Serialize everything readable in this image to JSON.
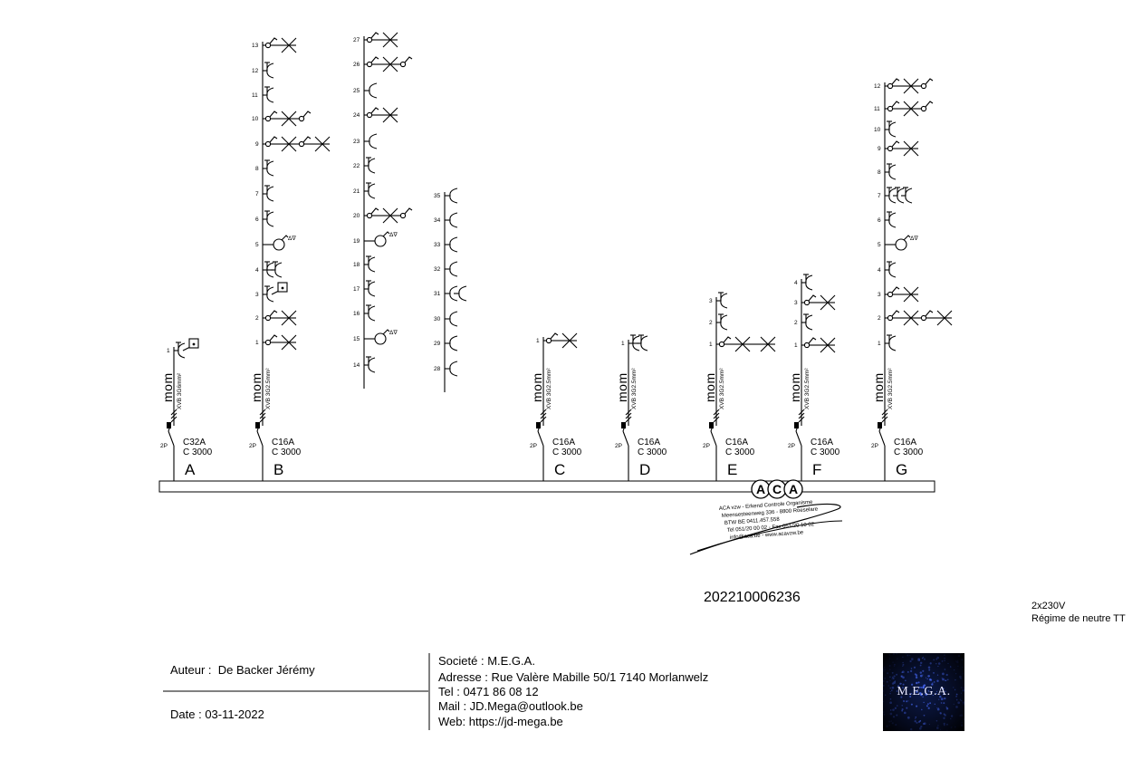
{
  "reference_number": "202210006236",
  "supply": {
    "voltage": "2x230V",
    "neutral_regime": "Régime de neutre TT"
  },
  "author": {
    "label": "Auteur :",
    "name": "De Backer Jérémy"
  },
  "date": {
    "label": "Date :",
    "value": "03-11-2022"
  },
  "company": {
    "name_line": "Societé : M.E.G.A.",
    "address_line": "Adresse : Rue Valère Mabille 50/1 7140 Morlanwelz",
    "tel_line": "Tel : 0471 86 08 12",
    "mail_line": "Mail : JD.Mega@outlook.be",
    "web_line": "Web: https://jd-mega.be"
  },
  "logo": {
    "text": "M.E.G.A.",
    "bg_color": "#040818",
    "accent_color": "#4a6cff"
  },
  "stamp": {
    "letters": [
      "A",
      "C",
      "A"
    ],
    "lines": [
      "ACA vzw - Erkend Controle Organisme",
      "Meensesteenweg 336 - 8800 Roeselare",
      "BTW BE 0411.457.558",
      "Tel 051/20 00 02 - Fax 051/20 10 02",
      "info@aca.be - www.acavzw.be"
    ]
  },
  "circuits": [
    {
      "id": "A",
      "breaker": "C32A",
      "capacity": "C 3000",
      "poles": "2P",
      "cable": "XVB 3G6mm²",
      "tag": "mom",
      "points": [
        {
          "n": "1",
          "symbols": [
            "socket-boxed"
          ]
        }
      ]
    },
    {
      "id": "B",
      "breaker": "C16A",
      "capacity": "C 3000",
      "poles": "2P",
      "cable": "XVB 3G2.5mm²",
      "tag": "mom",
      "points": [
        {
          "n": "1",
          "symbols": [
            "switch",
            "lamp"
          ]
        },
        {
          "n": "2",
          "symbols": [
            "switch",
            "lamp"
          ]
        },
        {
          "n": "3",
          "symbols": [
            "socket-boxed-sq"
          ]
        },
        {
          "n": "4",
          "symbols": [
            "socket-double"
          ]
        },
        {
          "n": "5",
          "symbols": [
            "appliance"
          ]
        },
        {
          "n": "6",
          "symbols": [
            "socket"
          ]
        },
        {
          "n": "7",
          "symbols": [
            "socket"
          ]
        },
        {
          "n": "8",
          "symbols": [
            "socket"
          ]
        },
        {
          "n": "9",
          "symbols": [
            "switch",
            "lamp",
            "switch",
            "lamp-end"
          ]
        },
        {
          "n": "10",
          "symbols": [
            "switch",
            "lamp",
            "switch"
          ]
        },
        {
          "n": "11",
          "symbols": [
            "socket"
          ]
        },
        {
          "n": "12",
          "symbols": [
            "socket"
          ]
        },
        {
          "n": "13",
          "symbols": [
            "switch",
            "lamp"
          ]
        }
      ]
    },
    {
      "id": "B2",
      "label": "",
      "points": [
        {
          "n": "14",
          "symbols": [
            "socket"
          ]
        },
        {
          "n": "15",
          "symbols": [
            "appliance"
          ]
        },
        {
          "n": "16",
          "symbols": [
            "socket"
          ]
        },
        {
          "n": "17",
          "symbols": [
            "socket"
          ]
        },
        {
          "n": "18",
          "symbols": [
            "socket"
          ]
        },
        {
          "n": "19",
          "symbols": [
            "appliance"
          ]
        },
        {
          "n": "20",
          "symbols": [
            "switch",
            "lamp",
            "switch"
          ]
        },
        {
          "n": "21",
          "symbols": [
            "socket"
          ]
        },
        {
          "n": "22",
          "symbols": [
            "socket"
          ]
        },
        {
          "n": "23",
          "symbols": [
            "socket-open"
          ]
        },
        {
          "n": "24",
          "symbols": [
            "switch",
            "lamp"
          ]
        },
        {
          "n": "25",
          "symbols": [
            "socket-open"
          ]
        },
        {
          "n": "26",
          "symbols": [
            "switch",
            "lamp",
            "switch"
          ]
        },
        {
          "n": "27",
          "symbols": [
            "switch",
            "lamp"
          ]
        }
      ]
    },
    {
      "id": "B3",
      "label": "",
      "points": [
        {
          "n": "28",
          "symbols": [
            "socket-open"
          ]
        },
        {
          "n": "29",
          "symbols": [
            "socket-open"
          ]
        },
        {
          "n": "30",
          "symbols": [
            "socket-open"
          ]
        },
        {
          "n": "31",
          "symbols": [
            "socket-open-double"
          ]
        },
        {
          "n": "32",
          "symbols": [
            "socket-open"
          ]
        },
        {
          "n": "33",
          "symbols": [
            "socket-open"
          ]
        },
        {
          "n": "34",
          "symbols": [
            "socket-open"
          ]
        },
        {
          "n": "35",
          "symbols": [
            "socket-open"
          ]
        }
      ]
    },
    {
      "id": "C",
      "breaker": "C16A",
      "capacity": "C 3000",
      "poles": "2P",
      "cable": "XVB 3G2.5mm²",
      "tag": "mom",
      "points": [
        {
          "n": "1",
          "symbols": [
            "switch",
            "lamp"
          ]
        }
      ]
    },
    {
      "id": "D",
      "breaker": "C16A",
      "capacity": "C 3000",
      "poles": "2P",
      "cable": "XVB 3G2.5mm²",
      "tag": "mom",
      "points": [
        {
          "n": "1",
          "symbols": [
            "socket-double"
          ]
        }
      ]
    },
    {
      "id": "E",
      "breaker": "C16A",
      "capacity": "C 3000",
      "poles": "2P",
      "cable": "XVB 3G2.5mm²",
      "tag": "mom",
      "points": [
        {
          "n": "1",
          "symbols": [
            "switch",
            "lamp",
            "lamp"
          ]
        },
        {
          "n": "2",
          "symbols": [
            "socket"
          ]
        },
        {
          "n": "3",
          "symbols": [
            "socket"
          ]
        }
      ]
    },
    {
      "id": "F",
      "breaker": "C16A",
      "capacity": "C 3000",
      "poles": "2P",
      "cable": "XVB 3G2.5mm²",
      "tag": "mom",
      "points": [
        {
          "n": "1",
          "symbols": [
            "switch",
            "lamp"
          ]
        },
        {
          "n": "2",
          "symbols": [
            "socket"
          ]
        },
        {
          "n": "3",
          "symbols": [
            "switch",
            "lamp"
          ]
        },
        {
          "n": "4",
          "symbols": [
            "socket"
          ]
        }
      ]
    },
    {
      "id": "G",
      "breaker": "C16A",
      "capacity": "C 3000",
      "poles": "2P",
      "cable": "XVB 3G2.5mm²",
      "tag": "mom",
      "points": [
        {
          "n": "1",
          "symbols": [
            "socket"
          ]
        },
        {
          "n": "2",
          "symbols": [
            "switch",
            "lamp",
            "switch",
            "lamp-end"
          ]
        },
        {
          "n": "3",
          "symbols": [
            "switch",
            "lamp"
          ]
        },
        {
          "n": "4",
          "symbols": [
            "socket"
          ]
        },
        {
          "n": "5",
          "symbols": [
            "appliance"
          ]
        },
        {
          "n": "6",
          "symbols": [
            "socket"
          ]
        },
        {
          "n": "7",
          "symbols": [
            "socket-triple"
          ]
        },
        {
          "n": "8",
          "symbols": [
            "socket"
          ]
        },
        {
          "n": "9",
          "symbols": [
            "switch",
            "lamp"
          ]
        },
        {
          "n": "10",
          "symbols": [
            "socket"
          ]
        },
        {
          "n": "11",
          "symbols": [
            "switch",
            "lamp",
            "switch"
          ]
        },
        {
          "n": "12",
          "symbols": [
            "switch",
            "lamp",
            "switch"
          ]
        }
      ]
    }
  ]
}
